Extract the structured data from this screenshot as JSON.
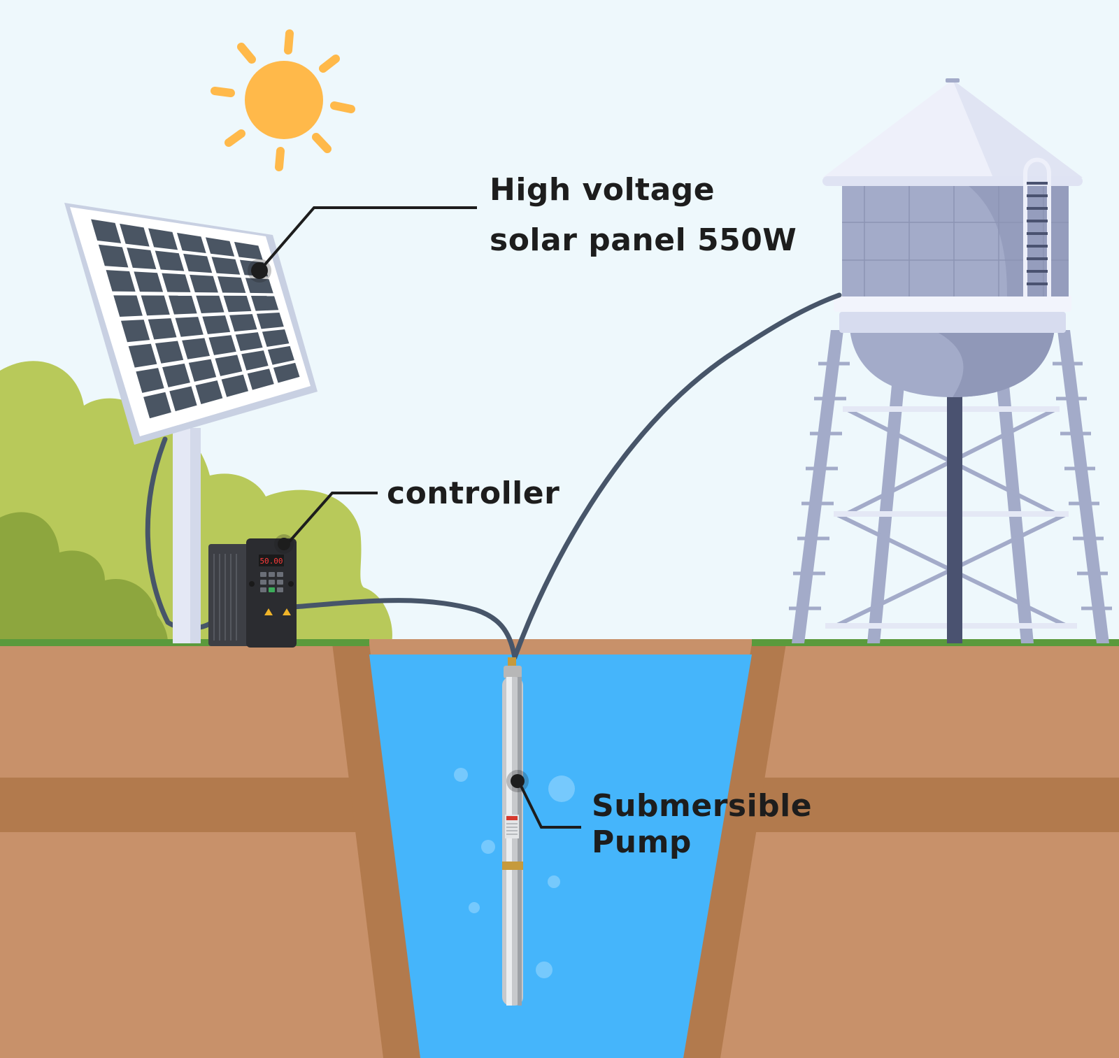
{
  "labels": {
    "solar_panel": {
      "line1": "High voltage",
      "line2": "solar panel 550W"
    },
    "controller": "controller",
    "pump": {
      "line1": "Submersible",
      "line2": "Pump"
    }
  },
  "controller_display": "50.00",
  "colors": {
    "sky": "#eef8fc",
    "sun": "#ffb94a",
    "ground": "#c8916a",
    "ground_dark": "#b27a4d",
    "grass": "#5a9a3c",
    "water": "#45b5fb",
    "tank": "#a3abc9",
    "cable": "#475569",
    "leader_line": "#1d1d1d"
  }
}
